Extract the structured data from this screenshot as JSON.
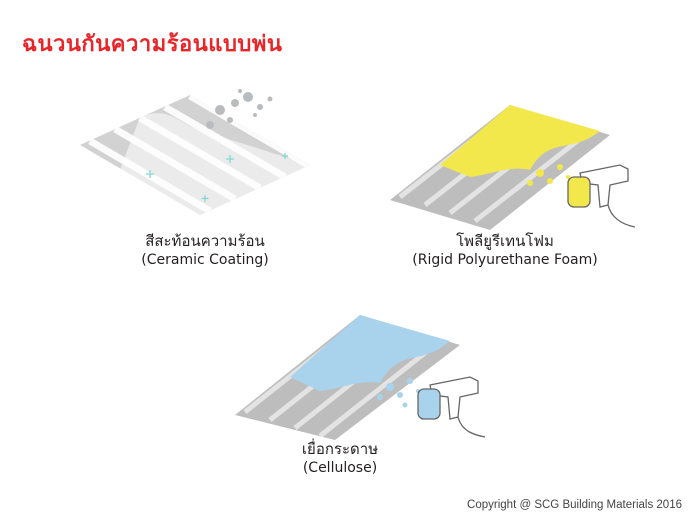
{
  "title": "ฉนวนกันความร้อนแบบพ่น",
  "items": [
    {
      "thai": "สีสะท้อนความร้อน",
      "english": "(Ceramic Coating)",
      "icon": "ceramic-coated-roof-icon"
    },
    {
      "thai": "โพลียูรีเทนโฟม",
      "english": "(Rigid Polyurethane Foam)",
      "icon": "foam-spray-roof-icon"
    },
    {
      "thai": "เยื่อกระดาษ",
      "english": "(Cellulose)",
      "icon": "cellulose-spray-roof-icon"
    }
  ],
  "copyright": "Copyright  @ SCG Building Materials 2016",
  "colors": {
    "title": "#e8262a",
    "foam": "#f2e84b",
    "cellulose": "#a9d3ec",
    "sheet": "#c9c9c9"
  }
}
